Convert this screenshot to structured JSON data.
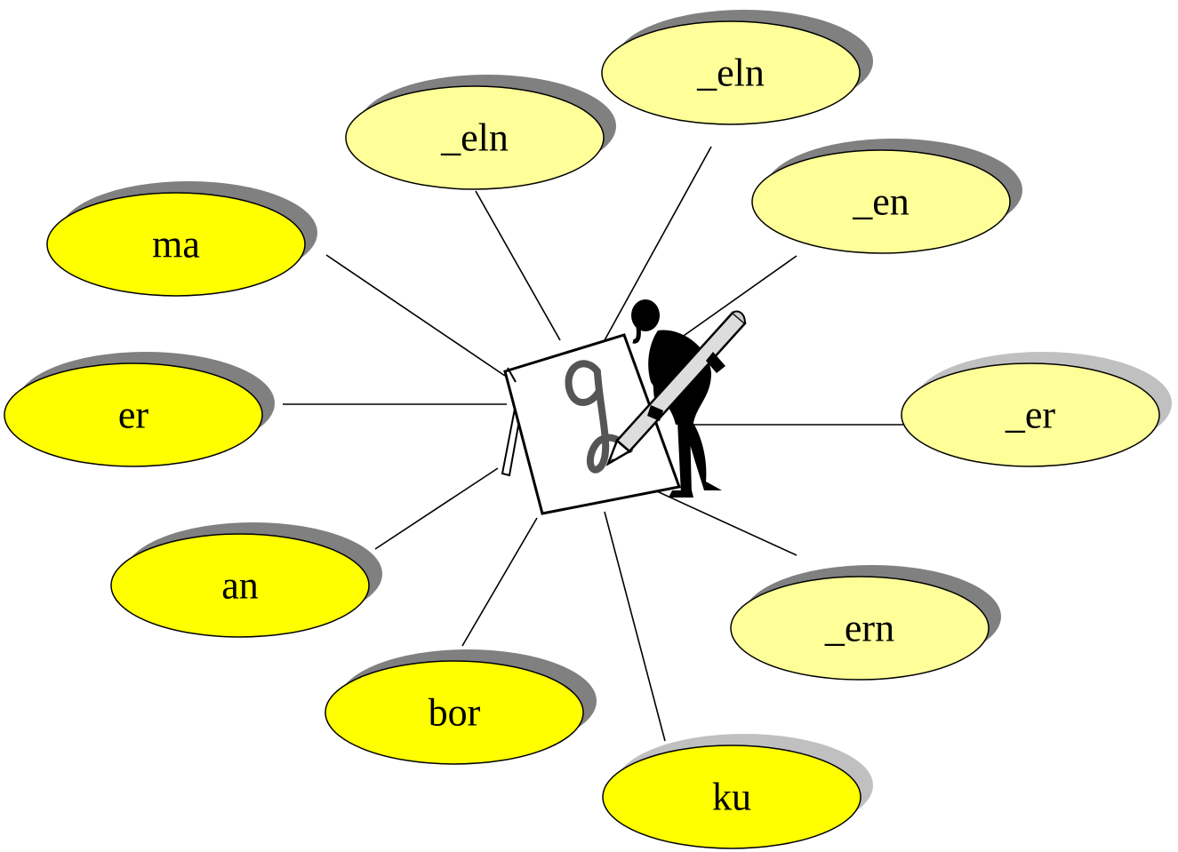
{
  "colors": {
    "bubble_bright": "#FFFF00",
    "bubble_pale": "#FFFF99",
    "shadow_dark": "#808080",
    "shadow_light": "#C0C0C0",
    "line": "#000000"
  },
  "center": {
    "icon": "writing-figure-icon",
    "letter": "g"
  },
  "bubbles": [
    {
      "id": "ma",
      "text": "ma"
    },
    {
      "id": "er",
      "text": "er"
    },
    {
      "id": "an",
      "text": "an"
    },
    {
      "id": "bor",
      "text": "bor"
    },
    {
      "id": "ku",
      "text": "ku"
    },
    {
      "id": "eln1",
      "text": "_eln"
    },
    {
      "id": "eln2",
      "text": "_eln"
    },
    {
      "id": "en",
      "text": "_en"
    },
    {
      "id": "er2",
      "text": "_er"
    },
    {
      "id": "ern",
      "text": "_ern"
    }
  ]
}
